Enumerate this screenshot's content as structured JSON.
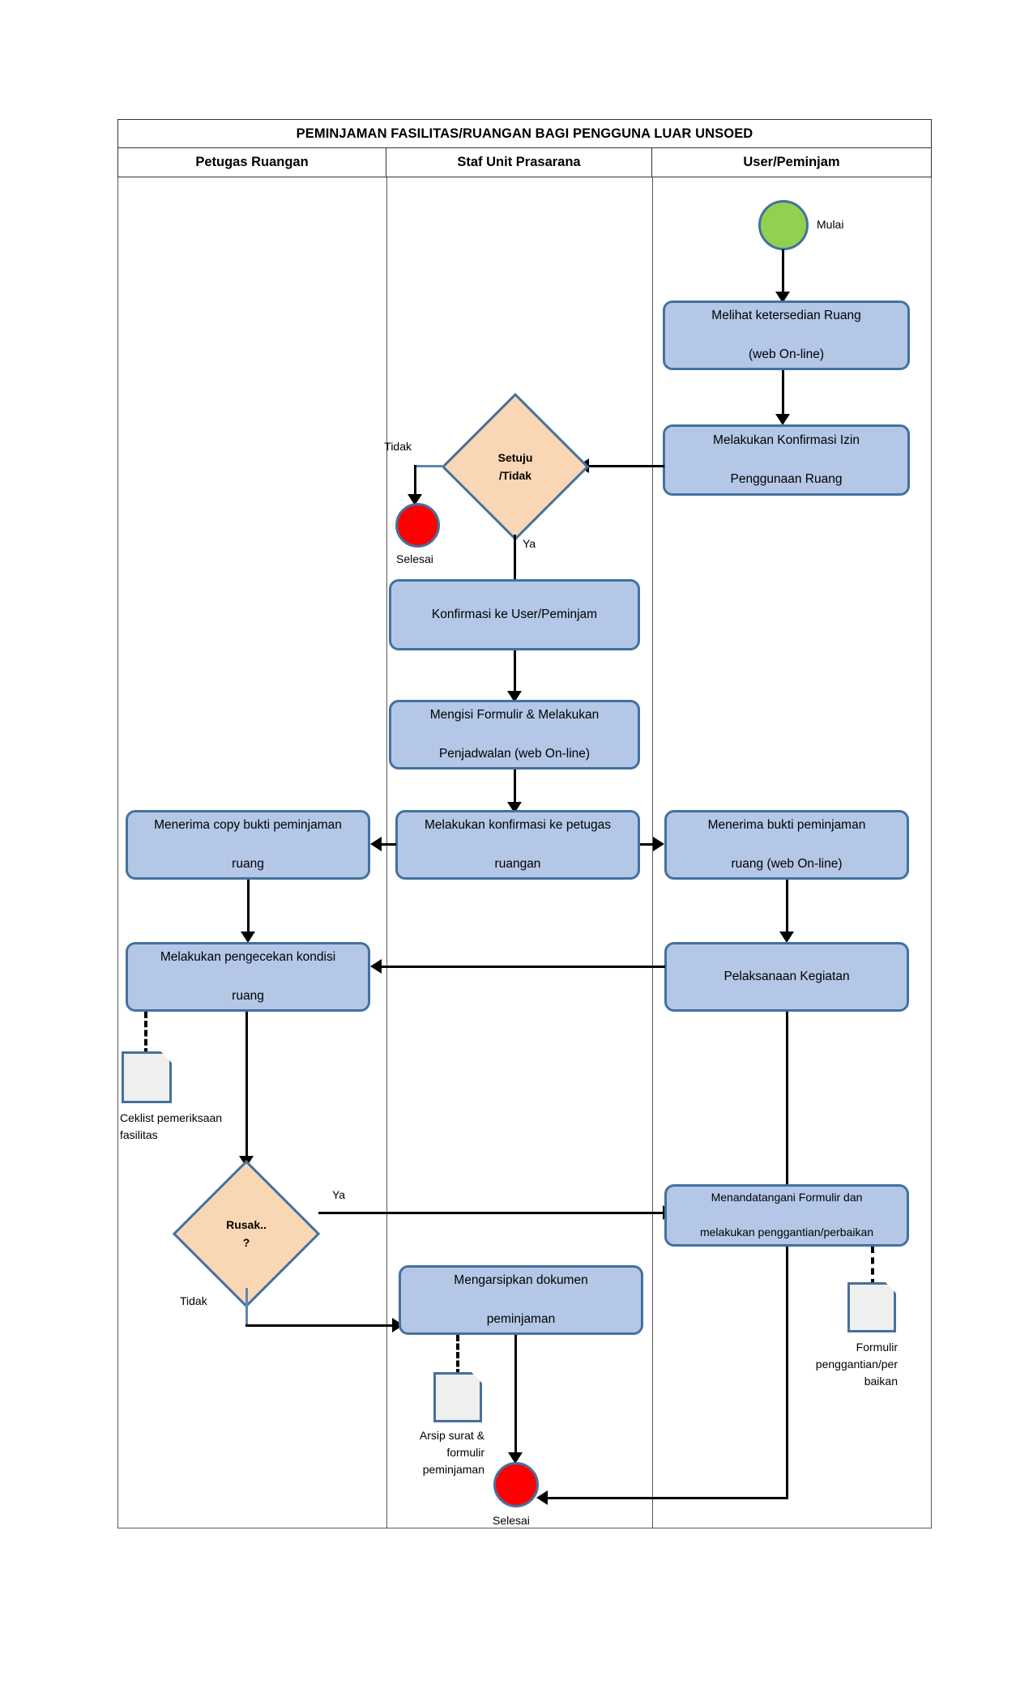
{
  "diagram": {
    "title": "PEMINJAMAN FASILITAS/RUANGAN BAGI PENGGUNA LUAR UNSOED",
    "type": "swimlane-flowchart",
    "lanes": [
      {
        "id": "lane-petugas",
        "label": "Petugas Ruangan"
      },
      {
        "id": "lane-staf",
        "label": "Staf Unit Prasarana"
      },
      {
        "id": "lane-user",
        "label": "User/Peminjam"
      }
    ],
    "colors": {
      "process_fill": "#B4C7E7",
      "process_border": "#44719F",
      "decision_fill": "#FAD7B4",
      "start_fill": "#92D050",
      "end_fill": "#FF0000",
      "document_fill": "#EFEFEF",
      "frame_border": "#595959"
    },
    "nodes": {
      "start": {
        "kind": "start",
        "lane": "lane-user",
        "caption": "Mulai"
      },
      "p_lihat": {
        "kind": "process",
        "lane": "lane-user",
        "line1": "Melihat ketersedian Ruang",
        "line2": "(web On-line)"
      },
      "p_konfirmasi_izin": {
        "kind": "process",
        "lane": "lane-user",
        "line1": "Melakukan Konfirmasi Izin",
        "line2": "Penggunaan Ruang"
      },
      "d_setuju": {
        "kind": "decision",
        "lane": "lane-staf",
        "line1": "Setuju",
        "line2": "/Tidak",
        "branch_no": "Tidak",
        "branch_yes": "Ya"
      },
      "end_tidak": {
        "kind": "end",
        "lane": "lane-staf",
        "caption": "Selesai"
      },
      "p_konfirmasi_user": {
        "kind": "process",
        "lane": "lane-staf",
        "line1": "Konfirmasi ke User/Peminjam",
        "line2": ""
      },
      "p_mengisi": {
        "kind": "process",
        "lane": "lane-staf",
        "line1": "Mengisi Formulir & Melakukan",
        "line2": "Penjadwalan  (web On-line)"
      },
      "p_terima_copy": {
        "kind": "process",
        "lane": "lane-petugas",
        "line1": "Menerima copy bukti peminjaman",
        "line2": "ruang"
      },
      "p_konf_petugas": {
        "kind": "process",
        "lane": "lane-staf",
        "line1": "Melakukan konfirmasi ke petugas",
        "line2": "ruangan"
      },
      "p_terima_bukti": {
        "kind": "process",
        "lane": "lane-user",
        "line1": "Menerima bukti peminjaman",
        "line2": "ruang (web On-line)"
      },
      "p_pengecekan": {
        "kind": "process",
        "lane": "lane-petugas",
        "line1": "Melakukan pengecekan kondisi",
        "line2": "ruang"
      },
      "p_pelaksanaan": {
        "kind": "process",
        "lane": "lane-user",
        "line1": "Pelaksanaan Kegiatan",
        "line2": ""
      },
      "doc_ceklist": {
        "kind": "document",
        "lane": "lane-petugas",
        "caption": "Ceklist pemeriksaan\nfasilitas"
      },
      "d_rusak": {
        "kind": "decision",
        "lane": "lane-petugas",
        "line1": "Rusak..",
        "line2": "?",
        "branch_yes": "Ya",
        "branch_no": "Tidak"
      },
      "p_ttd": {
        "kind": "process",
        "lane": "lane-user",
        "line1": "Menandatangani Formulir dan",
        "line2": "melakukan penggantian/perbaikan"
      },
      "doc_formulir": {
        "kind": "document",
        "lane": "lane-user",
        "caption": "Formulir\npenggantian/per\nbaikan"
      },
      "p_arsip": {
        "kind": "process",
        "lane": "lane-staf",
        "line1": "Mengarsipkan dokumen",
        "line2": "peminjaman"
      },
      "doc_arsip": {
        "kind": "document",
        "lane": "lane-staf",
        "caption": "Arsip surat &\nformulir\npeminjaman"
      },
      "end_selesai": {
        "kind": "end",
        "lane": "lane-staf",
        "caption": "Selesai"
      }
    },
    "captions": {
      "mulai": "Mulai",
      "selesai_atas": "Selesai",
      "selesai_bawah": "Selesai",
      "ceklist_l1": "Ceklist pemeriksaan",
      "ceklist_l2": "fasilitas",
      "formulir_l1": "Formulir",
      "formulir_l2": "penggantian/per",
      "formulir_l3": "baikan",
      "arsip_l1": "Arsip surat &",
      "arsip_l2": "formulir",
      "arsip_l3": "peminjaman"
    },
    "edge_labels": {
      "setuju_tidak": "Tidak",
      "setuju_ya": "Ya",
      "rusak_ya": "Ya",
      "rusak_tidak": "Tidak"
    }
  }
}
